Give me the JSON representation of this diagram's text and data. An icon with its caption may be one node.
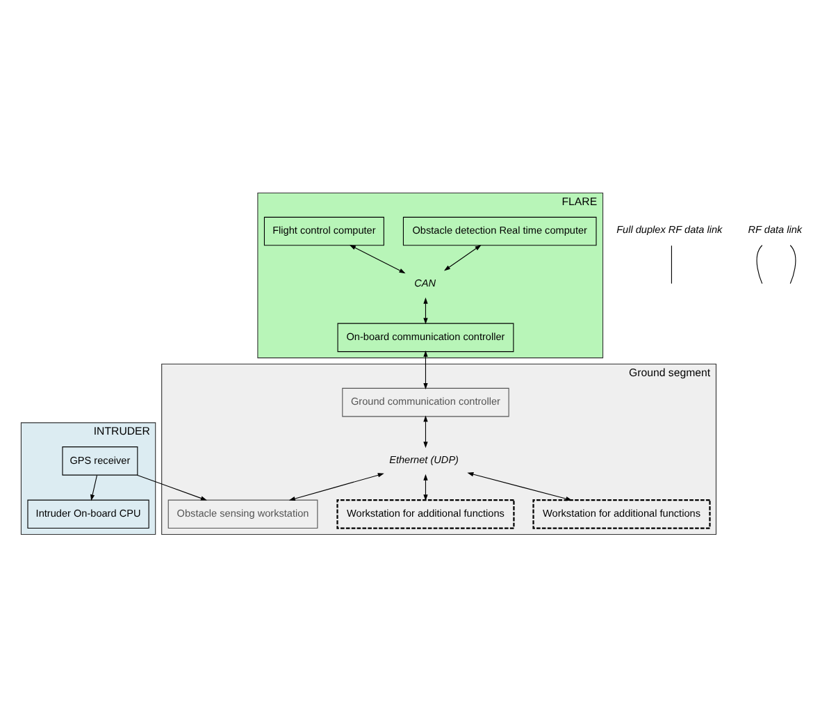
{
  "diagram": {
    "nodes": [
      {
        "text": [
          "INTRUDER"
        ]
      },
      {
        "text": [
          "GPS receiver"
        ],
        "in": 0
      },
      {
        "text": [
          "Intruder On-board CPU"
        ],
        "in": 0
      },
      {
        "text": [
          "FLARE"
        ]
      },
      {
        "text": [
          "Obstacle detection Real time computer"
        ],
        "in": 3
      },
      {
        "text": [
          "Flight control computer"
        ],
        "in": 3
      },
      {
        "text": [
          "CAN"
        ],
        "in": 3
      },
      {
        "text": [
          "On-board communication controller"
        ],
        "in": 3
      },
      {
        "text": [
          "Full duplex RF data link"
        ]
      },
      {
        "text": [
          "RF data link"
        ]
      },
      {
        "text": [
          "Ground segment"
        ]
      },
      {
        "text": [
          "Ground communication controller"
        ],
        "in": 10
      },
      {
        "text": [
          "Ethernet (UDP)"
        ],
        "in": 10
      },
      {
        "text": [
          "Obstacle sensing workstation"
        ],
        "in": 10
      },
      {
        "text": [
          "Workstation for additional functions"
        ],
        "in": 10
      },
      {
        "text": [
          "Workstation for additional functions"
        ],
        "in": 10
      }
    ],
    "edges": [
      {
        "from": 1,
        "to": 2,
        "arrow": "to"
      },
      {
        "from": 4,
        "to": 6,
        "arrow": "both"
      },
      {
        "from": 5,
        "to": 6,
        "arrow": "both"
      },
      {
        "from": 6,
        "to": 7,
        "arrow": "both"
      },
      {
        "from": 7,
        "to": 11,
        "arrow": "both"
      },
      {
        "from": 8,
        "to": null,
        "arrow": "none"
      },
      {
        "from": 1,
        "to": 13,
        "arrow": "to"
      },
      {
        "from": 9,
        "to": null,
        "arrow": "none"
      },
      {
        "from": 9,
        "to": null,
        "arrow": "none"
      },
      {
        "from": 11,
        "to": 12,
        "arrow": "both"
      },
      {
        "from": 12,
        "to": 13,
        "arrow": "both"
      },
      {
        "from": 12,
        "to": 14,
        "arrow": "both"
      },
      {
        "from": 12,
        "to": 15,
        "arrow": "both"
      }
    ]
  }
}
